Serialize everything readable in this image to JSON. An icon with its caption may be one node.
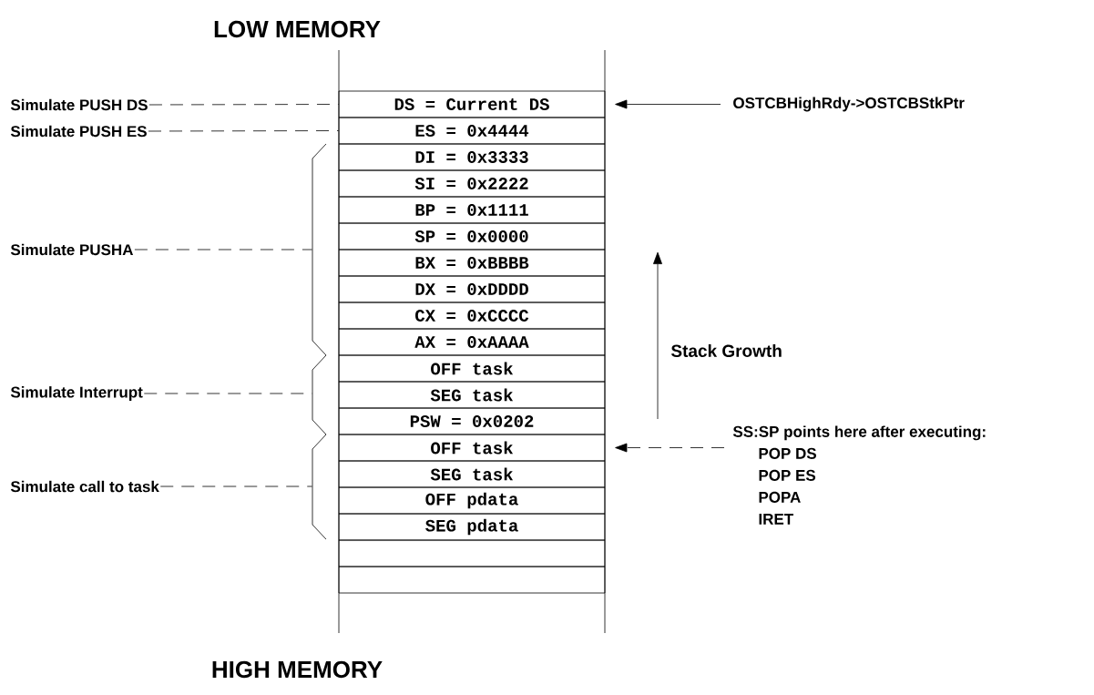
{
  "diagram": {
    "nodes": [
      {
        "text": [
          "Simulate PUSH DS"
        ]
      },
      {
        "text": [
          "Simulate PUSH ES"
        ]
      },
      {
        "text": [
          "Simulate PUSHA"
        ]
      },
      {
        "text": [
          "Simulate Interrupt"
        ]
      },
      {
        "text": [
          "Simulate call to task"
        ]
      },
      {
        "text": [
          "DS = Current DS"
        ]
      },
      {
        "text": [
          "ES = 0x4444"
        ]
      },
      {
        "text": [
          "DI = 0x3333"
        ]
      },
      {
        "text": [
          "SI = 0x2222"
        ]
      },
      {
        "text": [
          "BP = 0x1111"
        ]
      },
      {
        "text": [
          "SP = 0x0000"
        ]
      },
      {
        "text": [
          "BX = 0xBBBB"
        ]
      },
      {
        "text": [
          "DX = 0xDDDD"
        ]
      },
      {
        "text": [
          "CX = 0xCCCC"
        ]
      },
      {
        "text": [
          "AX = 0xAAAA"
        ]
      },
      {
        "text": [
          "OFF task"
        ]
      },
      {
        "text": [
          "SEG task"
        ]
      },
      {
        "text": [
          "PSW = 0x0202"
        ]
      },
      {
        "text": [
          "OFF task"
        ]
      },
      {
        "text": [
          "SEG task"
        ]
      },
      {
        "text": [
          "OFF pdata"
        ]
      },
      {
        "text": [
          "SEG pdata"
        ]
      },
      {
        "text": [],
        "shape": "box"
      },
      {
        "text": [],
        "shape": "box"
      },
      {
        "text": [
          "OSTCBHighRdy->OSTCBStkPtr"
        ]
      },
      {
        "text": [
          "SS:SP points here after executing:",
          "POP DS",
          "POP ES",
          "POPA",
          "IRET"
        ]
      },
      {
        "text": [],
        "shape": "brace"
      },
      {
        "text": [],
        "shape": "brace"
      },
      {
        "text": [],
        "shape": "brace"
      }
    ],
    "edges": [
      {
        "from": 0,
        "to": 5,
        "arrow": "none",
        "style": "dashed"
      },
      {
        "from": 1,
        "to": 6,
        "arrow": "none",
        "style": "dashed"
      },
      {
        "from": 2,
        "to": 26,
        "arrow": "none",
        "style": "dashed"
      },
      {
        "from": 3,
        "to": 27,
        "arrow": "none",
        "style": "dashed"
      },
      {
        "from": 4,
        "to": 28,
        "arrow": "none",
        "style": "dashed"
      },
      {
        "from": 24,
        "to": 5,
        "arrow": "to"
      },
      {
        "from": 25,
        "to": 18,
        "arrow": "to",
        "style": "dashed"
      }
    ],
    "labels": [
      "LOW MEMORY",
      "Stack Growth",
      "HIGH MEMORY"
    ]
  }
}
